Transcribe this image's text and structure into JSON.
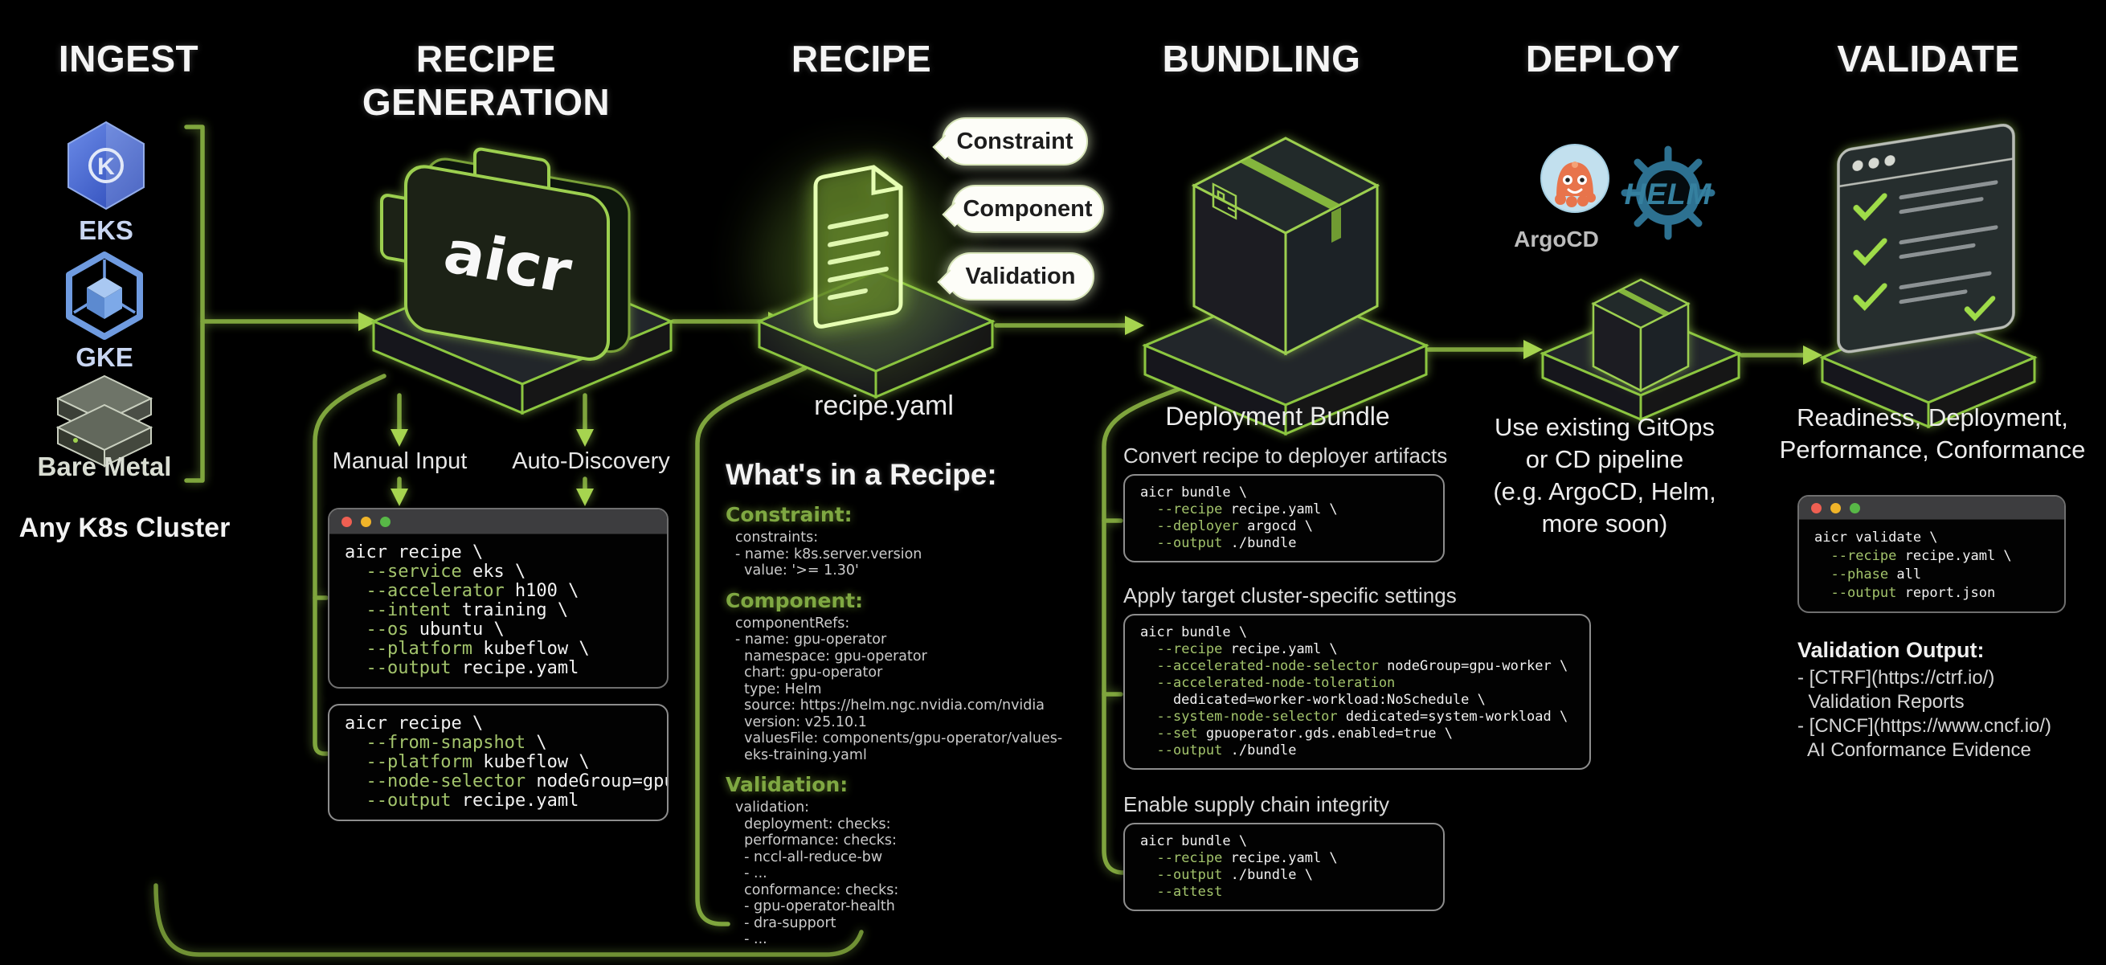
{
  "colors": {
    "accent_green": "#76b900",
    "glow_green": "#9ccf4f",
    "flag_green": "#a3c46c",
    "eks_blue": "#4a6fd8",
    "gke_blue": "#6f9be0",
    "helm_teal": "#2d7191",
    "argocd_orange": "#e8744b",
    "bubble_bg": "#fdfdf8"
  },
  "stages": {
    "ingest": {
      "title": "INGEST",
      "clusters": [
        "EKS",
        "GKE",
        "Bare Metal"
      ],
      "caption": "Any K8s Cluster"
    },
    "generation": {
      "title": "RECIPE\nGENERATION",
      "logo_text": "aicr",
      "input_labels": [
        "Manual Input",
        "Auto-Discovery"
      ],
      "terminal1": [
        "aicr recipe \\",
        "  --service eks \\",
        "  --accelerator h100 \\",
        "  --intent training \\",
        "  --os ubuntu \\",
        "  --platform kubeflow \\",
        "  --output recipe.yaml"
      ],
      "terminal2": [
        "aicr recipe \\",
        "  --from-snapshot \\",
        "  --platform kubeflow \\",
        "  --node-selector nodeGroup=gpu-worker",
        "  --output recipe.yaml"
      ]
    },
    "recipe": {
      "title": "RECIPE",
      "callouts": [
        "Constraint",
        "Component",
        "Validation"
      ],
      "artifact_label": "recipe.yaml",
      "details_heading": "What's in a Recipe:",
      "sections": [
        {
          "heading": "Constraint:",
          "body": [
            "constraints:",
            "- name: k8s.server.version",
            "  value: '>= 1.30'"
          ]
        },
        {
          "heading": "Component:",
          "body": [
            "componentRefs:",
            "- name: gpu-operator",
            "  namespace: gpu-operator",
            "  chart: gpu-operator",
            "  type: Helm",
            "  source: https://helm.ngc.nvidia.com/nvidia",
            "  version: v25.10.1",
            "  valuesFile: components/gpu-operator/values-",
            "  eks-training.yaml"
          ]
        },
        {
          "heading": "Validation:",
          "body": [
            "validation:",
            "  deployment: checks:",
            "  performance: checks:",
            "  - nccl-all-reduce-bw",
            "  - ...",
            "  conformance: checks:",
            "  - gpu-operator-health",
            "  - dra-support",
            "  - ..."
          ]
        }
      ]
    },
    "bundling": {
      "title": "BUNDLING",
      "artifact_label": "Deployment Bundle",
      "steps": [
        {
          "caption": "Convert recipe to deployer artifacts",
          "code": [
            "aicr bundle \\",
            "  --recipe recipe.yaml \\",
            "  --deployer argocd \\",
            "  --output ./bundle"
          ]
        },
        {
          "caption": "Apply target cluster-specific settings",
          "code": [
            "aicr bundle \\",
            "  --recipe recipe.yaml \\",
            "  --accelerated-node-selector nodeGroup=gpu-worker \\",
            "  --accelerated-node-toleration",
            "    dedicated=worker-workload:NoSchedule \\",
            "  --system-node-selector dedicated=system-workload \\",
            "  --set gpuoperator.gds.enabled=true \\",
            "  --output ./bundle"
          ]
        },
        {
          "caption": "Enable supply chain integrity",
          "code": [
            "aicr bundle \\",
            "  --recipe recipe.yaml \\",
            "  --output ./bundle \\",
            "  --attest"
          ]
        }
      ]
    },
    "deploy": {
      "title": "DEPLOY",
      "logos": [
        "ArgoCD",
        "HELM"
      ],
      "caption": "Use existing GitOps\nor CD pipeline\n(e.g. ArgoCD, Helm,\nmore soon)"
    },
    "validate": {
      "title": "VALIDATE",
      "caption": "Readiness, Deployment,\nPerformance, Conformance",
      "terminal": [
        "aicr validate \\",
        "  --recipe recipe.yaml \\",
        "  --phase all",
        "  --output report.json"
      ],
      "output_heading": "Validation Output:",
      "output_lines": [
        "- [CTRF](https://ctrf.io/)",
        "  Validation Reports",
        "- [CNCF](https://www.cncf.io/)",
        "  AI Conformance Evidence"
      ]
    }
  }
}
